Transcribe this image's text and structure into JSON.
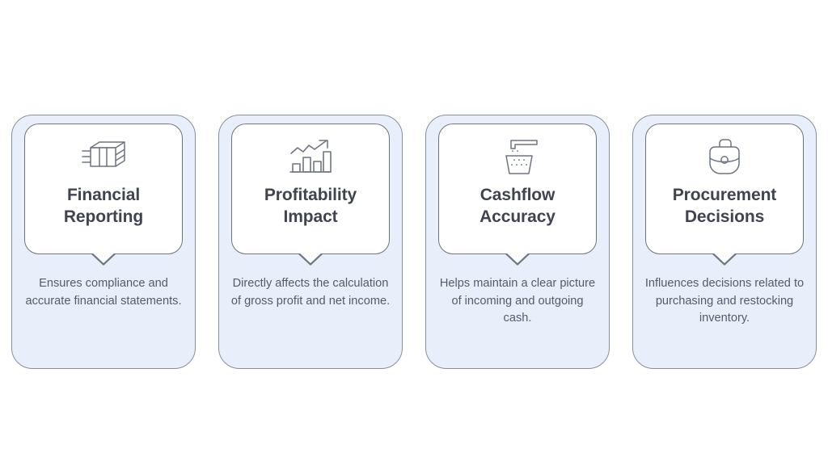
{
  "page": {
    "background_color": "#ffffff",
    "card_fill_color": "#e8effb",
    "card_border_color": "#8a8f9e",
    "panel_fill_color": "#ffffff",
    "panel_border_color": "#6f7480",
    "title_color": "#3f4450",
    "body_color": "#555b67",
    "icon_color": "#6f7480"
  },
  "cards": [
    {
      "icon": "money-stack-icon",
      "title": "Financial Reporting",
      "title_line1": "Financial",
      "title_line2": "Reporting",
      "body": "Ensures compliance and accurate financial statements."
    },
    {
      "icon": "bar-chart-growth-icon",
      "title": "Profitability Impact",
      "title_line1": "Profitability",
      "title_line2": "Impact",
      "body": "Directly affects the calculation of gross profit and net income."
    },
    {
      "icon": "faucet-glass-icon",
      "title": "Cashflow Accuracy",
      "title_line1": "Cashflow",
      "title_line2": "Accuracy",
      "body": "Helps maintain a clear picture of incoming and outgoing cash."
    },
    {
      "icon": "briefcase-bag-icon",
      "title": "Procurement Decisions",
      "title_line1": "Procurement",
      "title_line2": "Decisions",
      "body": "Influences decisions related to purchasing and restocking inventory."
    }
  ]
}
